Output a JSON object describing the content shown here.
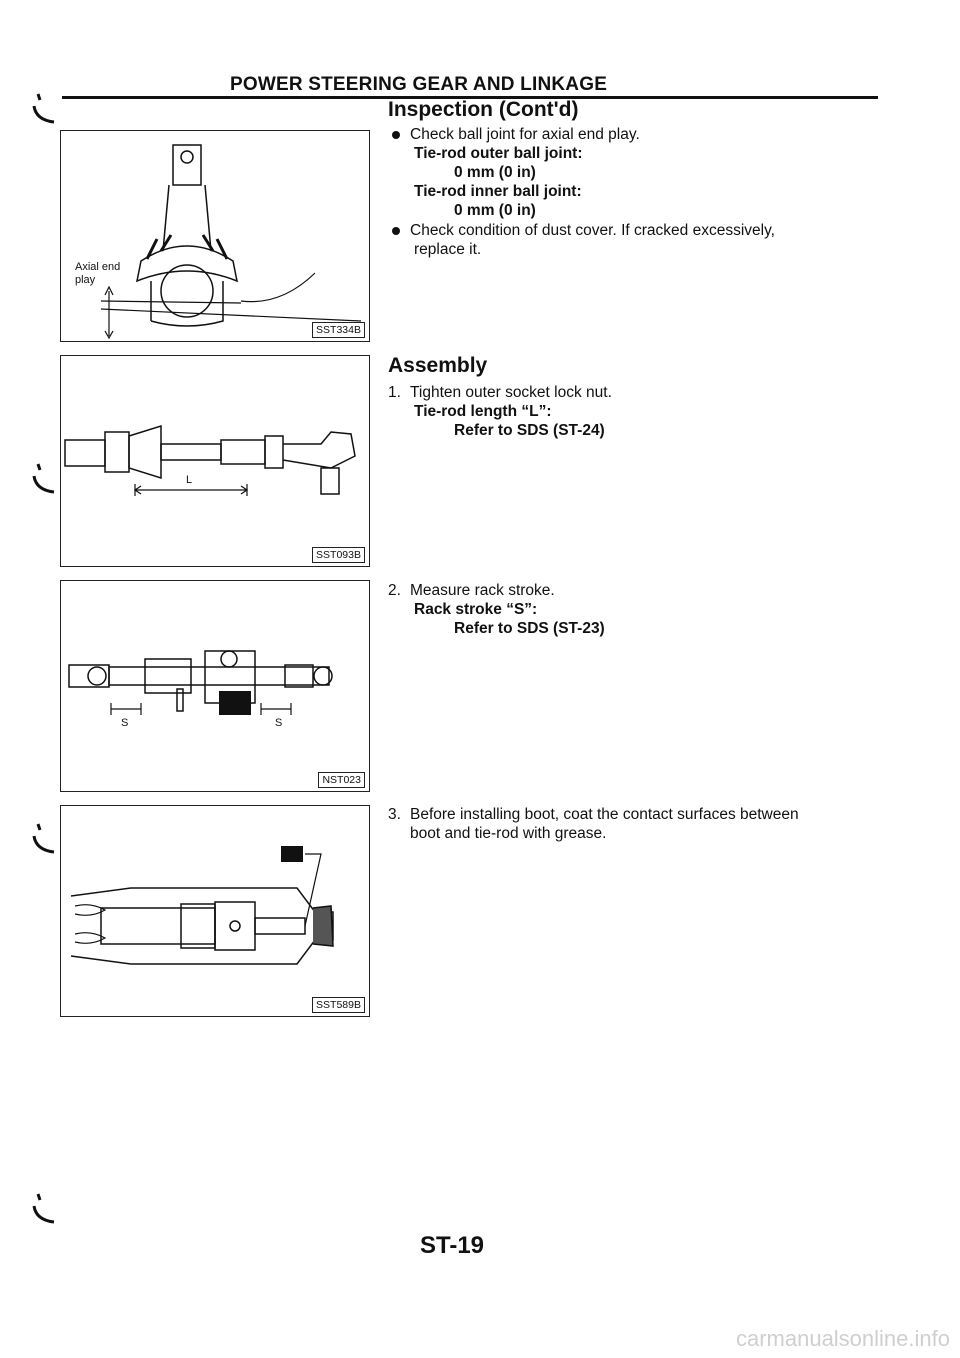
{
  "header": {
    "title": "POWER STEERING GEAR AND LINKAGE"
  },
  "inspection": {
    "title": "Inspection (Cont'd)",
    "bullet1": "Check ball joint for axial end play.",
    "outer_label": "Tie-rod outer ball joint:",
    "outer_value": "0 mm (0 in)",
    "inner_label": "Tie-rod inner ball joint:",
    "inner_value": "0 mm (0 in)",
    "bullet2_line1": "Check condition of dust cover. If cracked excessively,",
    "bullet2_line2": "replace it."
  },
  "assembly": {
    "title": "Assembly",
    "step1_num": "1.",
    "step1_text": "Tighten outer socket lock nut.",
    "step1_spec_label": "Tie-rod length “L”:",
    "step1_spec_value": "Refer to SDS (ST-24)",
    "step2_num": "2.",
    "step2_text": "Measure rack stroke.",
    "step2_spec_label": "Rack stroke “S”:",
    "step2_spec_value": "Refer to SDS (ST-23)",
    "step3_num": "3.",
    "step3_line1": "Before installing boot, coat the contact surfaces between",
    "step3_line2": "boot and tie-rod with grease."
  },
  "figures": {
    "fig1": {
      "code": "SST334B",
      "label_line1": "Axial end",
      "label_line2": "play"
    },
    "fig2": {
      "code": "SST093B",
      "label": "L"
    },
    "fig3": {
      "code": "NST023",
      "label_left": "S",
      "label_right": "S"
    },
    "fig4": {
      "code": "SST589B"
    }
  },
  "page_number": "ST-19",
  "watermark": "carmanualsonline.info"
}
